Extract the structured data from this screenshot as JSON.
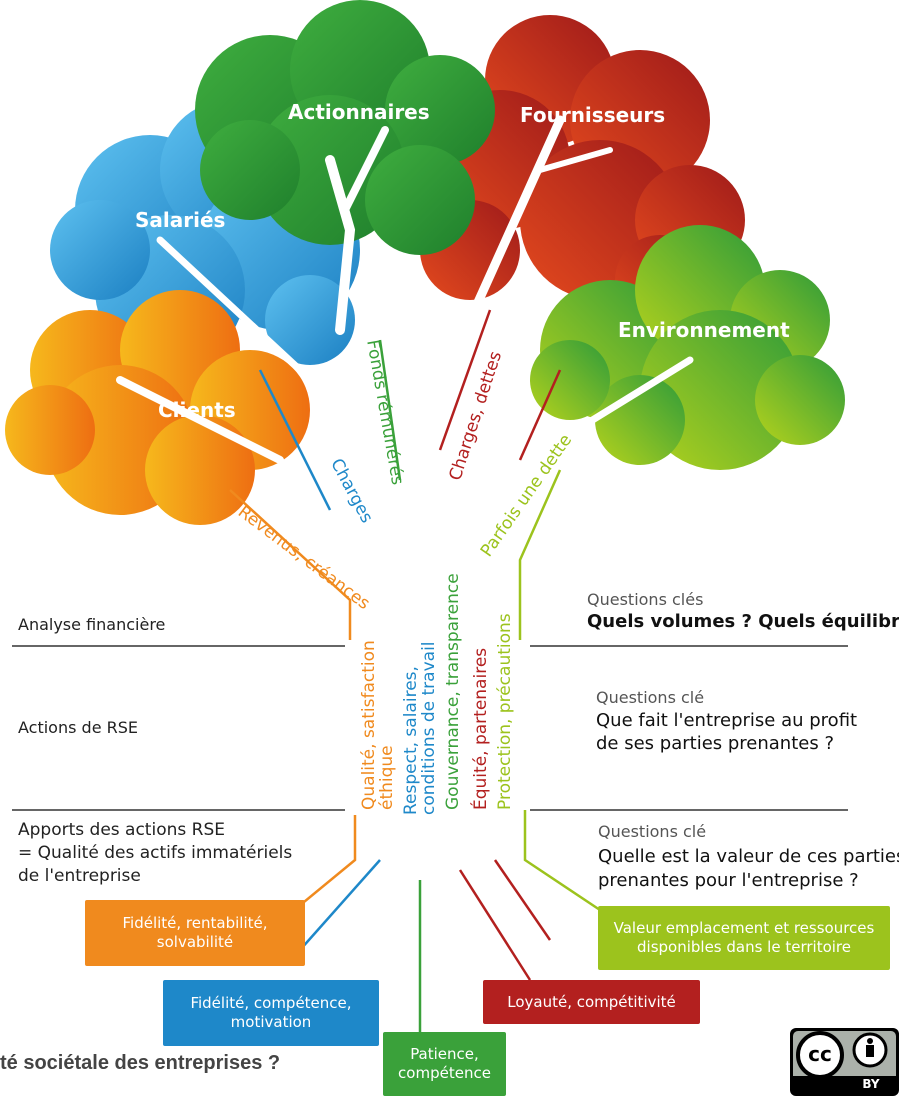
{
  "clouds": {
    "actionnaires": "Actionnaires",
    "fournisseurs": "Fournisseurs",
    "salaries": "Salariés",
    "environnement": "Environnement",
    "clients": "Clients"
  },
  "branches": {
    "fonds": "Fonds rémunérés",
    "charges_dettes": "Charges, dettes",
    "charges": "Charges",
    "parfois": "Parfois une dette",
    "revenus": "Revenus, créances"
  },
  "left_labels": {
    "analyse": "Analyse financière",
    "actions": "Actions de RSE",
    "apports_1": "Apports des actions RSE",
    "apports_2": "= Qualité des actifs immatériels",
    "apports_3": "de l'entreprise"
  },
  "right_labels": {
    "q1_small": "Questions clés",
    "q1_big": "Quels volumes ? Quels équilibres ?",
    "q2_small": "Questions clé",
    "q2_big_1": "Que fait l'entreprise au profit",
    "q2_big_2": "de ses parties prenantes ?",
    "q3_small": "Questions clé",
    "q3_big_1": "Quelle est la valeur de ces parties",
    "q3_big_2": "prenantes pour l'entreprise ?"
  },
  "trunk": {
    "qualite_1": "Qualité, satisfaction",
    "qualite_2": "éthique",
    "respect_1": "Respect, salaires,",
    "respect_2": "conditions de travail",
    "gouvernance": "Gouvernance, transparence",
    "equite": "Équité, partenaires",
    "protection": "Protection, précautions"
  },
  "roots": {
    "orange_1": "Fidélité, rentabilité,",
    "orange_2": "solvabilité",
    "blue_1": "Fidélité, compétence,",
    "blue_2": "motivation",
    "green_1": "Patience,",
    "green_2": "compétence",
    "red": "Loyauté, compétitivité",
    "lime_1": "Valeur emplacement et ressources",
    "lime_2": "disponibles dans le territoire"
  },
  "footer": "té sociétale des entreprises ?",
  "cc": {
    "mark": "cc",
    "by": "BY"
  },
  "colors": {
    "orange": "#F08A1E",
    "blue": "#1E88C9",
    "green": "#3AA13A",
    "red": "#B3201F",
    "lime": "#9CC31D"
  }
}
